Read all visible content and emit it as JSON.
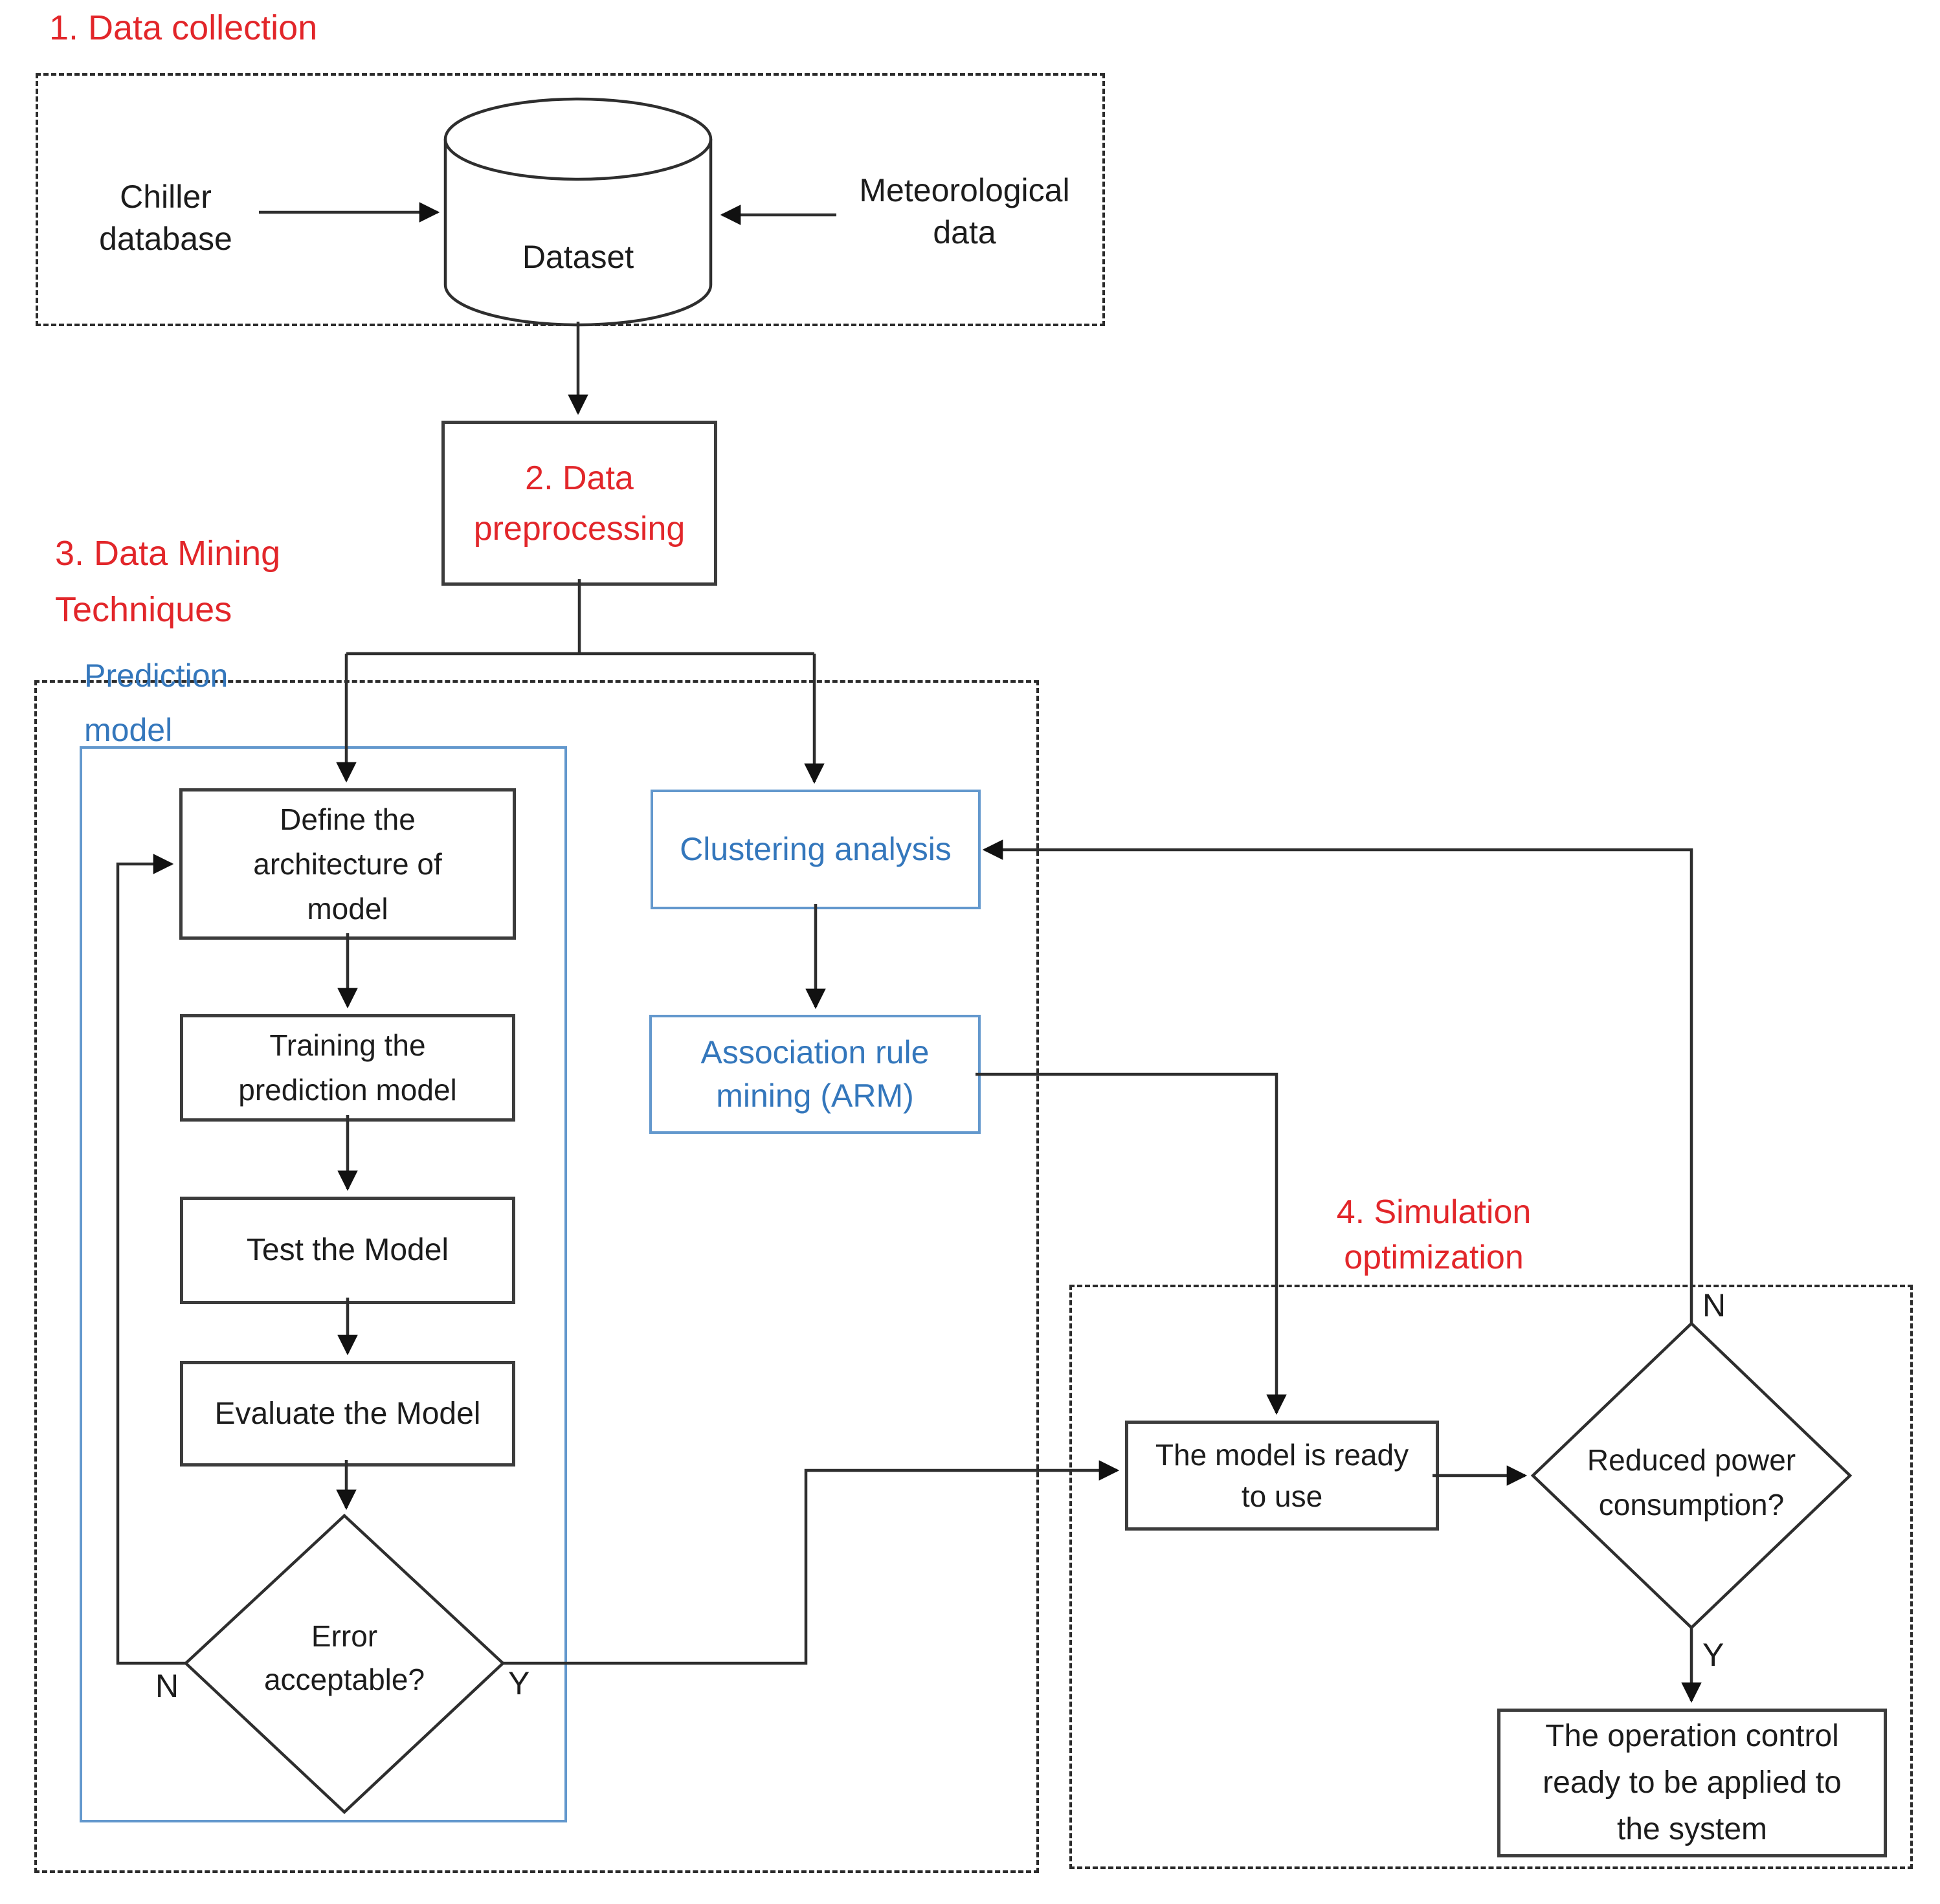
{
  "title": "Data mining based chiller optimization flowchart",
  "colors": {
    "section_label_red": "#e2262a",
    "blue_text": "#3477bc",
    "blue_border": "#6398cd",
    "box_border": "#3c3c3c",
    "connector_line": "#2e2e2e",
    "background": "#ffffff"
  },
  "sections": {
    "collection": {
      "label": "1. Data collection"
    },
    "mining": {
      "label": [
        "3. Data Mining",
        "Techniques"
      ]
    },
    "simulation": {
      "label": [
        "4. Simulation",
        "optimization"
      ]
    },
    "prediction": {
      "label": [
        "Prediction",
        "model"
      ]
    }
  },
  "nodes": {
    "chiller": {
      "label": [
        "Chiller",
        "database"
      ]
    },
    "meteorological": {
      "label": [
        "Meteorological",
        "data"
      ]
    },
    "dataset": {
      "label": "Dataset"
    },
    "preprocessing": {
      "label": [
        "2. Data",
        "preprocessing"
      ]
    },
    "define": {
      "label": [
        "Define the",
        "architecture of",
        "model"
      ]
    },
    "training": {
      "label": [
        "Training the",
        "prediction model"
      ]
    },
    "test": {
      "label": "Test the Model"
    },
    "evaluate": {
      "label": "Evaluate the Model"
    },
    "error_decision": {
      "label": [
        "Error",
        "acceptable?"
      ]
    },
    "clustering": {
      "label": "Clustering analysis"
    },
    "arm": {
      "label": [
        "Association rule",
        "mining (ARM)"
      ]
    },
    "model_ready": {
      "label": [
        "The model is ready",
        "to use"
      ]
    },
    "power_decision": {
      "label": [
        "Reduced power",
        "consumption?"
      ]
    },
    "operation": {
      "label": [
        "The operation control",
        "ready to be applied to",
        "the system"
      ]
    }
  },
  "branch_labels": {
    "error_no": "N",
    "error_yes": "Y",
    "power_no": "N",
    "power_yes": "Y"
  }
}
